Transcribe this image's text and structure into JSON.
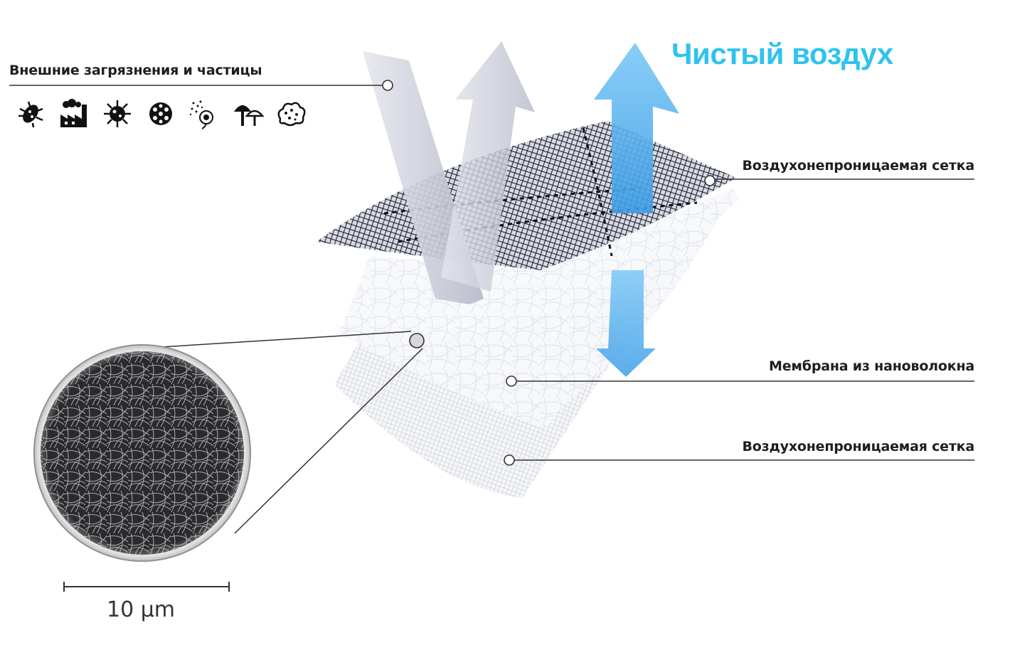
{
  "labels": {
    "outer_pollution": "Внешние загрязнения и частицы",
    "clean_air": "Чистый воздух",
    "mesh_top": "Воздухонепроницаемая сетка",
    "membrane": "Мембрана из нановолокна",
    "mesh_bottom": "Воздухонепроницаемая сетка",
    "scale": "10 µm"
  },
  "icons": [
    "bacteria-icon",
    "factory-icon",
    "virus-icon",
    "spore-icon",
    "pollen-icon",
    "mushroom-icon",
    "dust-icon"
  ],
  "colors": {
    "clean_air": "#2ec3ee",
    "arrow_blue": "#5ab4f2",
    "arrow_grey": "#c4c6d6",
    "mesh_dark": "#2a2d3a",
    "leader": "#333333"
  }
}
